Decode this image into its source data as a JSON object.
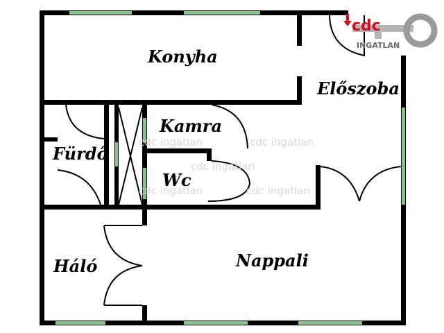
{
  "rooms": {
    "konyha": "Konyha",
    "eloszoba": "Előszoba",
    "kamra": "Kamra",
    "furdo": "Fürdő",
    "wc": "Wc",
    "halo": "Háló",
    "nappali": "Nappali"
  },
  "watermark": "cdc ingatlan",
  "logo": {
    "brand": "cdc",
    "subtitle": "INGATLAN"
  },
  "colors": {
    "wall": "#000000",
    "window": "#86c38b",
    "logo_red": "#d0101c",
    "logo_grey": "#9a9a9a"
  }
}
